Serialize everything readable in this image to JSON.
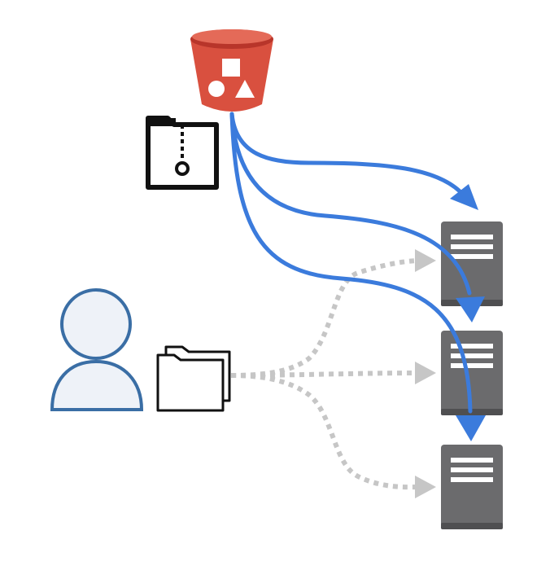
{
  "colors": {
    "bucket": "#d9503f",
    "bucket_dark": "#b8352a",
    "bucket_light": "#e46a58",
    "flow_primary": "#3b7bdc",
    "flow_secondary": "#c6c6c6",
    "server": "#6b6b6d",
    "server_dark": "#4f4f51",
    "user_fill": "#eef2f8",
    "user_stroke": "#3a6ea5",
    "outline": "#111111"
  },
  "icons": {
    "bucket": "storage-bucket-icon",
    "archive": "zip-archive-folder-icon",
    "user": "user-icon",
    "files": "folders-icon",
    "server": "server-icon"
  },
  "nodes": {
    "servers": [
      "server-1",
      "server-2",
      "server-3"
    ]
  },
  "edges": {
    "primary": [
      {
        "from": "bucket",
        "to": "server-1"
      },
      {
        "from": "bucket",
        "to": "server-2"
      },
      {
        "from": "bucket",
        "to": "server-3"
      }
    ],
    "secondary": [
      {
        "from": "user-files",
        "to": "server-1"
      },
      {
        "from": "user-files",
        "to": "server-2"
      },
      {
        "from": "user-files",
        "to": "server-3"
      }
    ]
  }
}
